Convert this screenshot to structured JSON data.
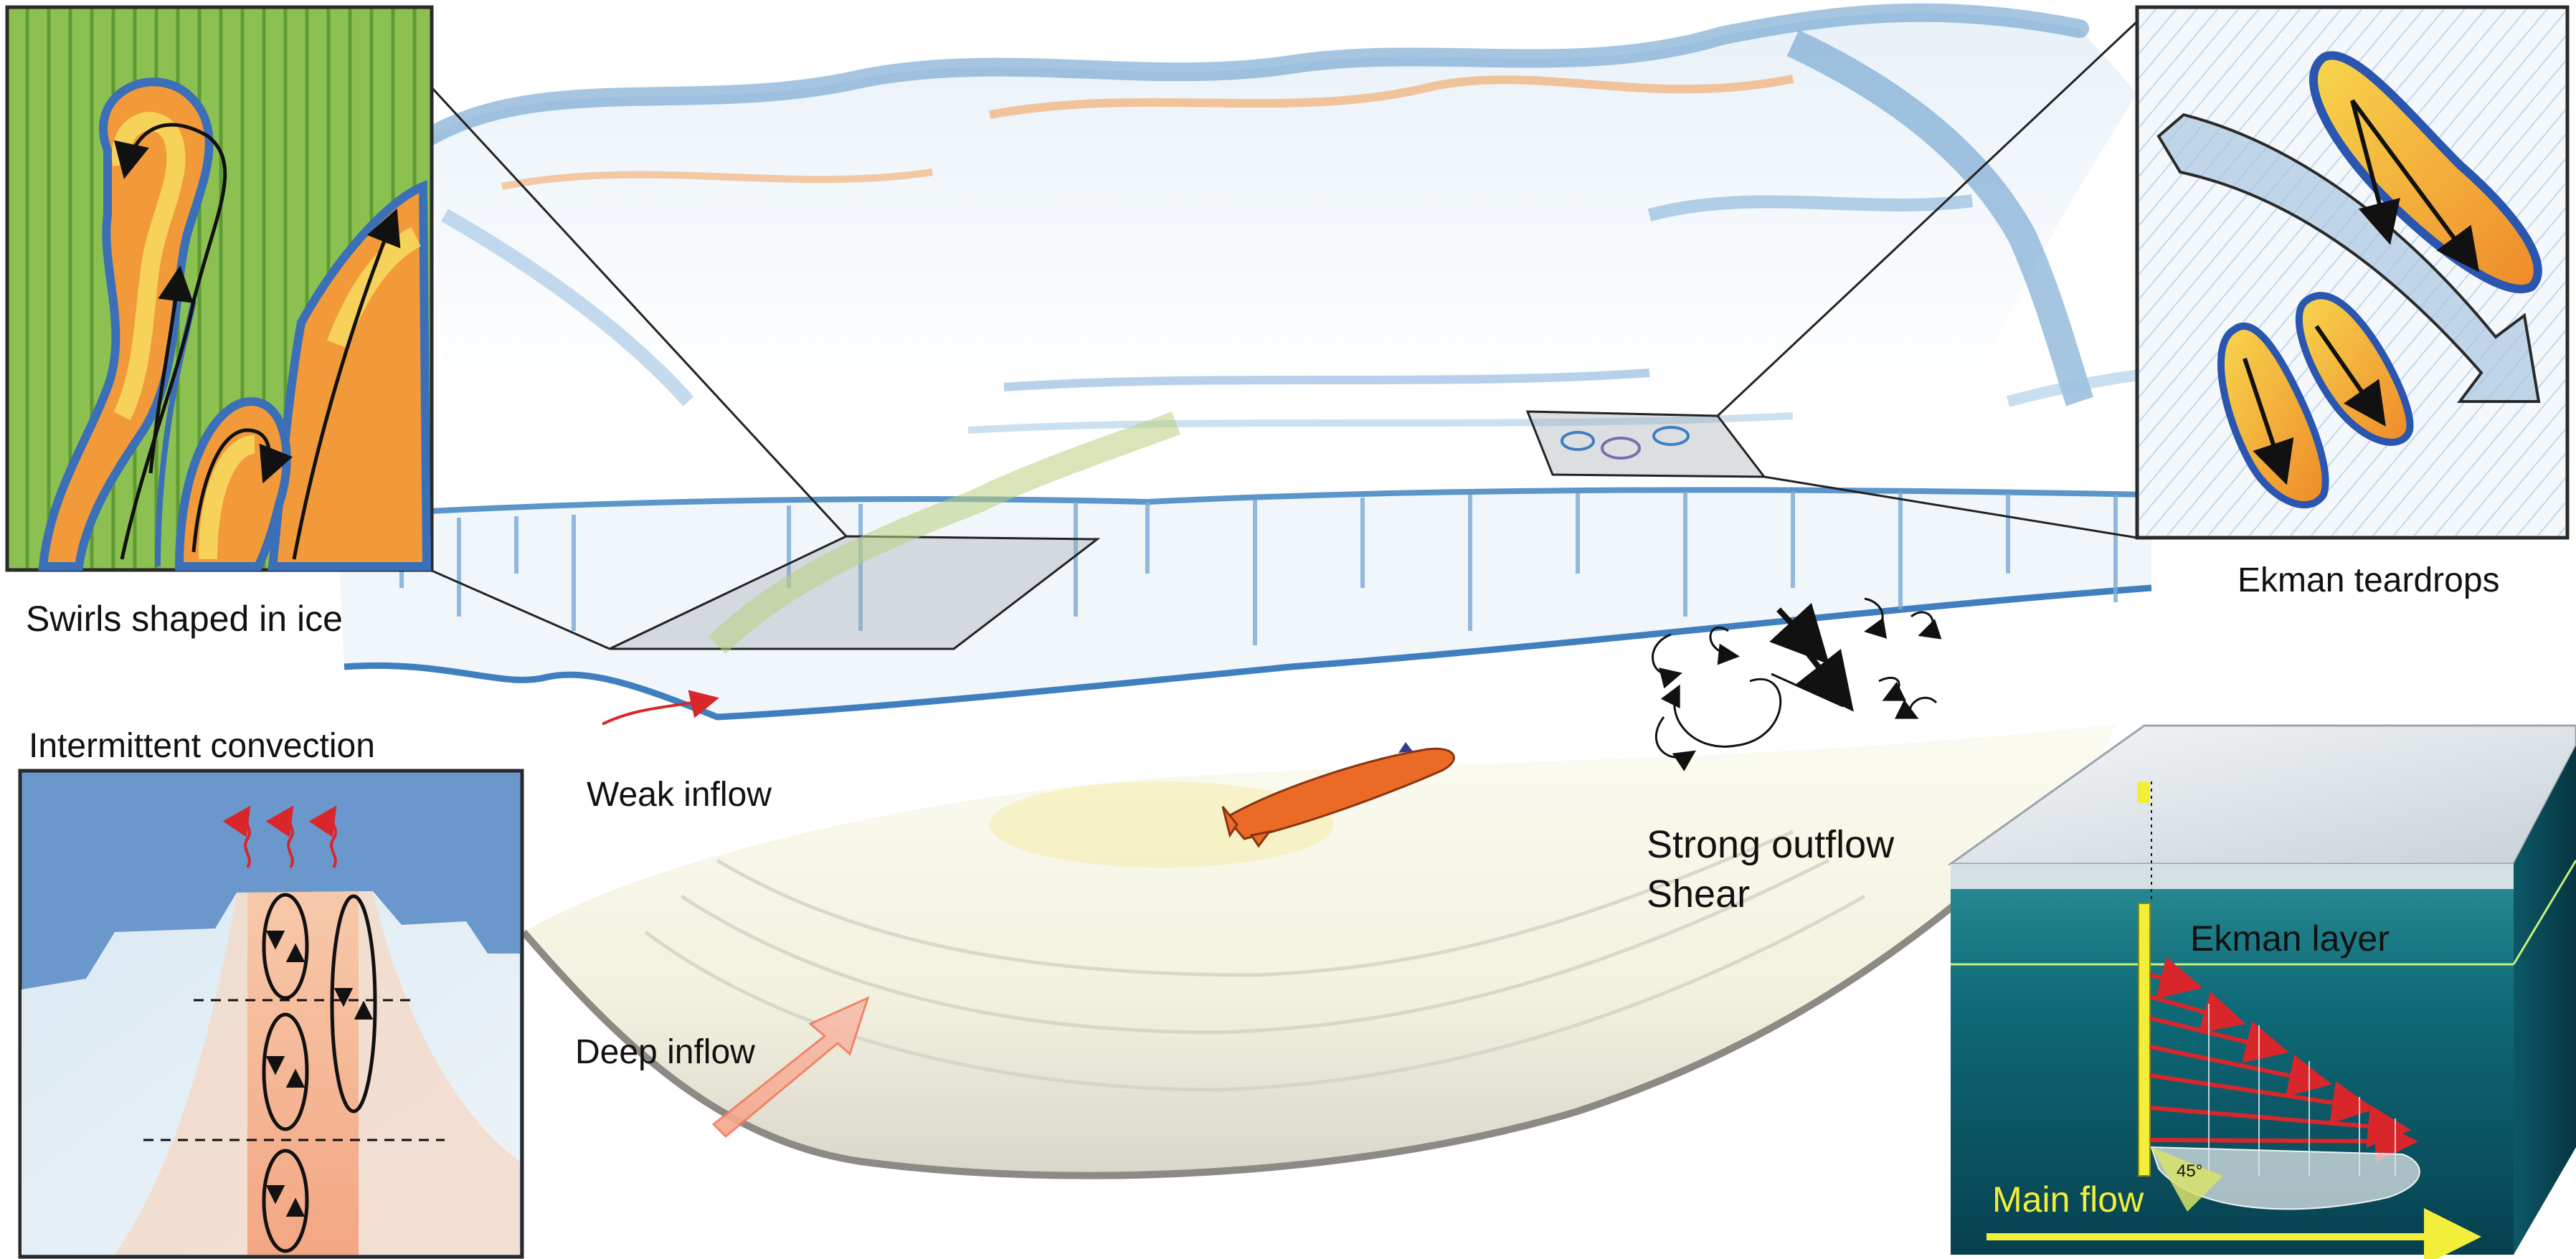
{
  "labels": {
    "swirls": "Swirls shaped in ice",
    "ekman_teardrops": "Ekman teardrops",
    "intermittent_convection": "Intermittent convection",
    "weak_inflow": "Weak inflow",
    "strong_outflow": "Strong outflow",
    "shear": "Shear",
    "deep_inflow": "Deep inflow",
    "ekman_layer": "Ekman layer",
    "main_flow": "Main flow",
    "angle": "45°"
  },
  "colors": {
    "ice_blue": "#5b95c9",
    "ice_light": "#cfe3f3",
    "ocean_teal": "#0d5f6e",
    "ocean_deep": "#0a3e4c",
    "warm_orange": "#f08a2c",
    "warm_yellow": "#f7d25a",
    "swirl_green": "#7cb445",
    "red_arrow": "#d9262b",
    "ekman_yellow": "#f3ee3a"
  },
  "icons": {
    "vehicle": "auv-submarine-icon"
  }
}
